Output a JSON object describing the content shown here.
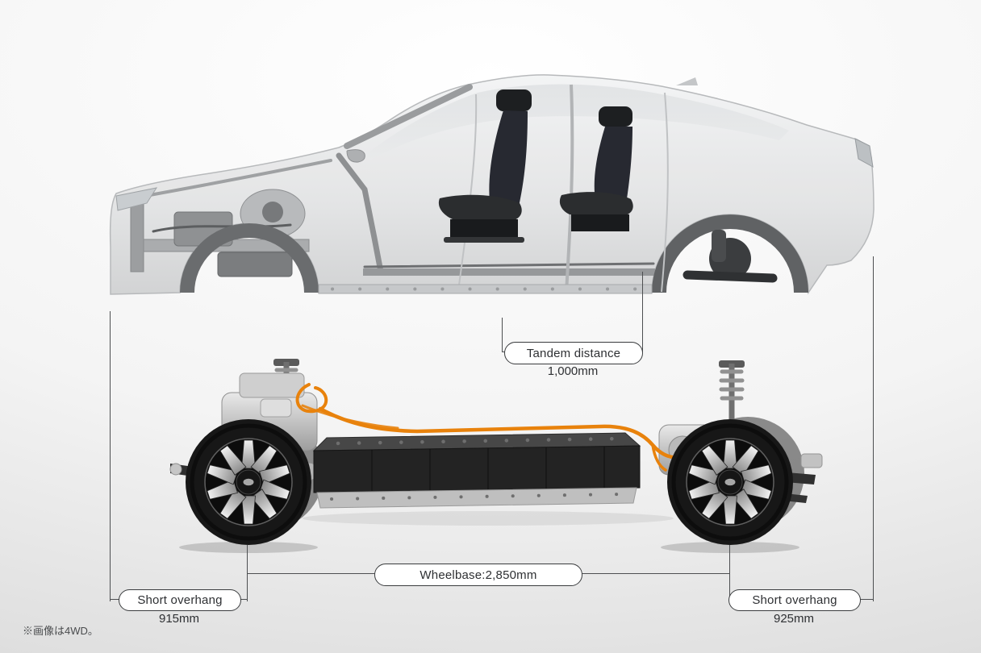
{
  "page": {
    "footnote": "※画像は4WD。",
    "colors": {
      "background_top": "#ffffff",
      "background_bottom": "#dcdcdc",
      "dimension_line": "#4d4f51",
      "label_border": "#3a3c3e",
      "label_text": "#2e3033",
      "hv_cable_orange": "#e8820c"
    }
  },
  "dimensions": {
    "tandem": {
      "label": "Tandem distance",
      "value": "1,000mm"
    },
    "wheelbase": {
      "label": "Wheelbase:2,850mm"
    },
    "front_overhang": {
      "label": "Short overhang",
      "value": "915mm"
    },
    "rear_overhang": {
      "label": "Short overhang",
      "value": "925mm"
    }
  },
  "illustrations": {
    "top": "suv-body-cutaway-side-view",
    "bottom": "ev-platform-chassis-with-battery"
  }
}
